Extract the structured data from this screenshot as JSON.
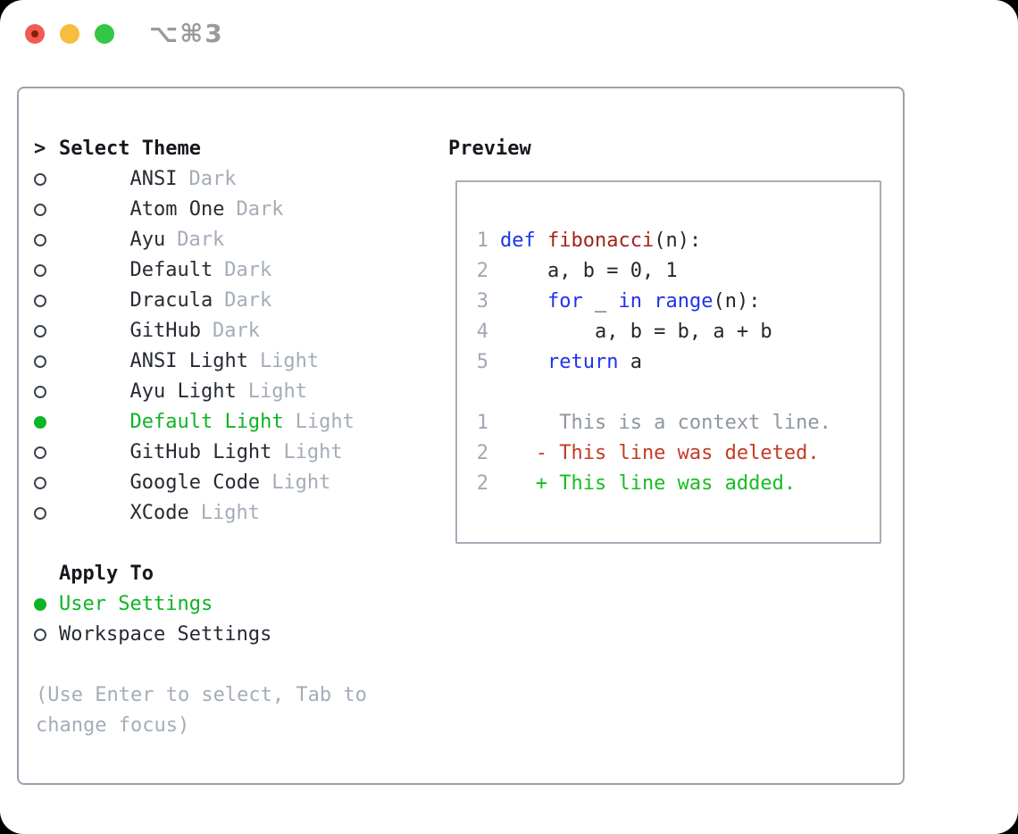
{
  "titlebar": {
    "shortcut": "⌥⌘3"
  },
  "theme_list": {
    "prompt": ">",
    "header": "Select Theme",
    "items": [
      {
        "name": "ANSI",
        "variant": "Dark",
        "selected": false
      },
      {
        "name": "Atom One",
        "variant": "Dark",
        "selected": false
      },
      {
        "name": "Ayu",
        "variant": "Dark",
        "selected": false
      },
      {
        "name": "Default",
        "variant": "Dark",
        "selected": false
      },
      {
        "name": "Dracula",
        "variant": "Dark",
        "selected": false
      },
      {
        "name": "GitHub",
        "variant": "Dark",
        "selected": false
      },
      {
        "name": "ANSI Light",
        "variant": "Light",
        "selected": false
      },
      {
        "name": "Ayu Light",
        "variant": "Light",
        "selected": false
      },
      {
        "name": "Default Light",
        "variant": "Light",
        "selected": true
      },
      {
        "name": "GitHub Light",
        "variant": "Light",
        "selected": false
      },
      {
        "name": "Google Code",
        "variant": "Light",
        "selected": false
      },
      {
        "name": "XCode",
        "variant": "Light",
        "selected": false
      }
    ]
  },
  "apply_to": {
    "header": "Apply To",
    "options": [
      {
        "label": "User Settings",
        "selected": true
      },
      {
        "label": "Workspace Settings",
        "selected": false
      }
    ]
  },
  "help_text": "(Use Enter to select, Tab to change focus)",
  "preview": {
    "header": "Preview",
    "code_lines": [
      {
        "number": "1",
        "tokens": [
          {
            "text": "def",
            "style": "keyword"
          },
          {
            "text": " ",
            "style": "plain"
          },
          {
            "text": "fibonacci",
            "style": "function"
          },
          {
            "text": "(n):",
            "style": "plain"
          }
        ]
      },
      {
        "number": "2",
        "tokens": [
          {
            "text": "    a, b = 0, 1",
            "style": "plain"
          }
        ]
      },
      {
        "number": "3",
        "tokens": [
          {
            "text": "    ",
            "style": "plain"
          },
          {
            "text": "for",
            "style": "keyword"
          },
          {
            "text": " _ ",
            "style": "plain"
          },
          {
            "text": "in",
            "style": "keyword"
          },
          {
            "text": " ",
            "style": "plain"
          },
          {
            "text": "range",
            "style": "keyword"
          },
          {
            "text": "(n):",
            "style": "plain"
          }
        ]
      },
      {
        "number": "4",
        "tokens": [
          {
            "text": "        a, b = b, a + b",
            "style": "plain"
          }
        ]
      },
      {
        "number": "5",
        "tokens": [
          {
            "text": "    ",
            "style": "plain"
          },
          {
            "text": "return",
            "style": "keyword"
          },
          {
            "text": " a",
            "style": "plain"
          }
        ]
      }
    ],
    "diff_lines": [
      {
        "number": "1",
        "content": "     This is a context line.",
        "kind": "context"
      },
      {
        "number": "2",
        "content": "   - This line was deleted.",
        "kind": "deleted"
      },
      {
        "number": "2",
        "content": "   + This line was added.",
        "kind": "added"
      }
    ]
  },
  "colors": {
    "accent_green": "#0db424",
    "keyword_blue": "#1e33ea",
    "function_red": "#a3231a",
    "diff_deleted_red": "#c33b25",
    "diff_added_green": "#16bd20",
    "muted_gray": "#a4adb8",
    "border_gray": "#99a1ab",
    "traffic_red": "#f05c52",
    "traffic_yellow": "#f7bd3c",
    "traffic_green": "#33c748"
  }
}
